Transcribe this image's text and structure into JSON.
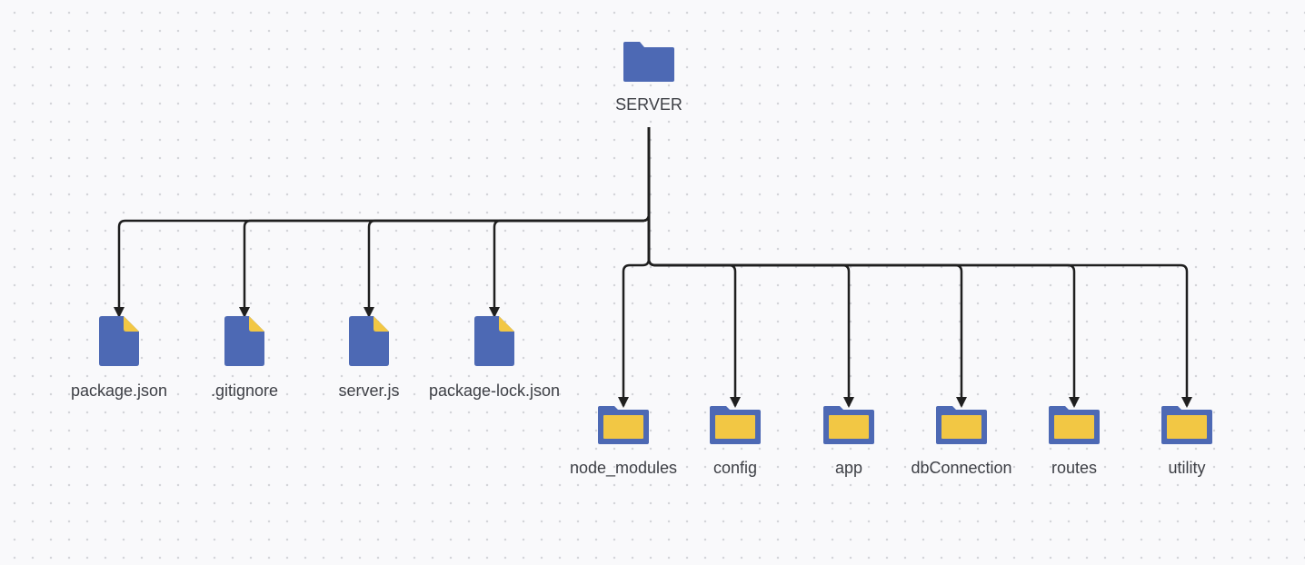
{
  "root": {
    "label": "SERVER",
    "icon": "folder-icon"
  },
  "files": [
    {
      "label": "package.json",
      "icon": "file-icon"
    },
    {
      "label": ".gitignore",
      "icon": "file-icon"
    },
    {
      "label": "server.js",
      "icon": "file-icon"
    },
    {
      "label": "package-lock.json",
      "icon": "file-icon"
    }
  ],
  "folders": [
    {
      "label": "node_modules",
      "icon": "folder-icon"
    },
    {
      "label": "config",
      "icon": "folder-icon"
    },
    {
      "label": "app",
      "icon": "folder-icon"
    },
    {
      "label": "dbConnection",
      "icon": "folder-icon"
    },
    {
      "label": "routes",
      "icon": "folder-icon"
    },
    {
      "label": "utility",
      "icon": "folder-icon"
    }
  ],
  "colors": {
    "root_folder": "#4d69b4",
    "file_body": "#4d69b4",
    "file_corner": "#f2c744",
    "folder_frame": "#4d69b4",
    "folder_fill": "#f2c744",
    "connector": "#1f1f1f",
    "label_text": "#3d3f45"
  }
}
